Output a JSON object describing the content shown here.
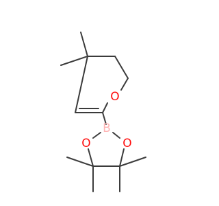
{
  "molecule": {
    "atoms": {
      "ring_oxygen": {
        "label": "O",
        "color": "#ff0d0d"
      },
      "boron": {
        "label": "B",
        "color": "#ffb5b5"
      },
      "boronate_oxygen_left": {
        "label": "O",
        "color": "#ff0d0d"
      },
      "boronate_oxygen_right": {
        "label": "O",
        "color": "#ff0d0d"
      }
    },
    "bond_color": "#3b3b3b",
    "background": "#ffffff"
  }
}
